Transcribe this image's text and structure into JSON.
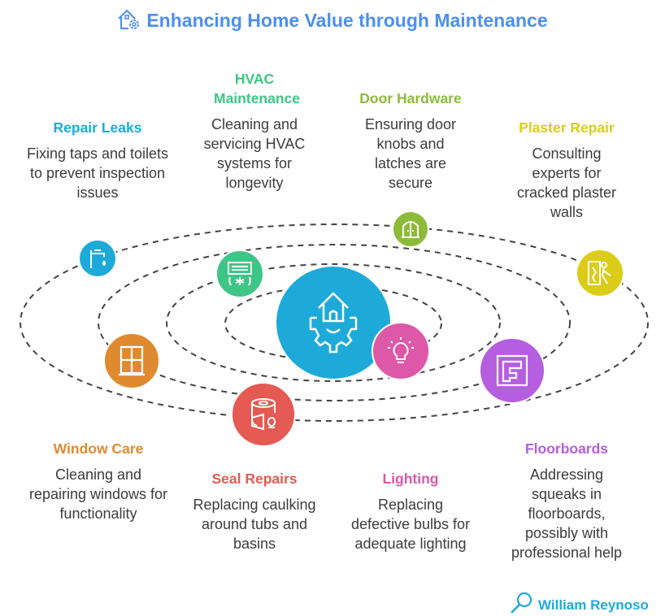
{
  "title": "Enhancing Home Value through Maintenance",
  "author": "William Reynoso",
  "colors": {
    "title": "#4b8ff0",
    "center": "#1eaad9",
    "repair_leaks": "#1eaad9",
    "hvac": "#3ec687",
    "door": "#8cbb3a",
    "plaster": "#dccc1a",
    "window": "#e08a30",
    "seal": "#e55a53",
    "lighting": "#dd58a6",
    "floor": "#b55ee0"
  },
  "items": [
    {
      "heading": "Repair Leaks",
      "text": "Fixing taps and toilets to prevent inspection issues"
    },
    {
      "heading": "HVAC Maintenance",
      "text": "Cleaning and servicing HVAC systems for longevity"
    },
    {
      "heading": "Door Hardware",
      "text": "Ensuring door knobs and latches are secure"
    },
    {
      "heading": "Plaster Repair",
      "text": "Consulting experts for cracked plaster walls"
    },
    {
      "heading": "Window Care",
      "text": "Cleaning and repairing windows for functionality"
    },
    {
      "heading": "Seal Repairs",
      "text": "Replacing caulking around tubs and basins"
    },
    {
      "heading": "Lighting",
      "text": "Replacing defective bulbs for adequate lighting"
    },
    {
      "heading": "Floorboards",
      "text": "Addressing squeaks in floorboards, possibly with professional help"
    }
  ]
}
